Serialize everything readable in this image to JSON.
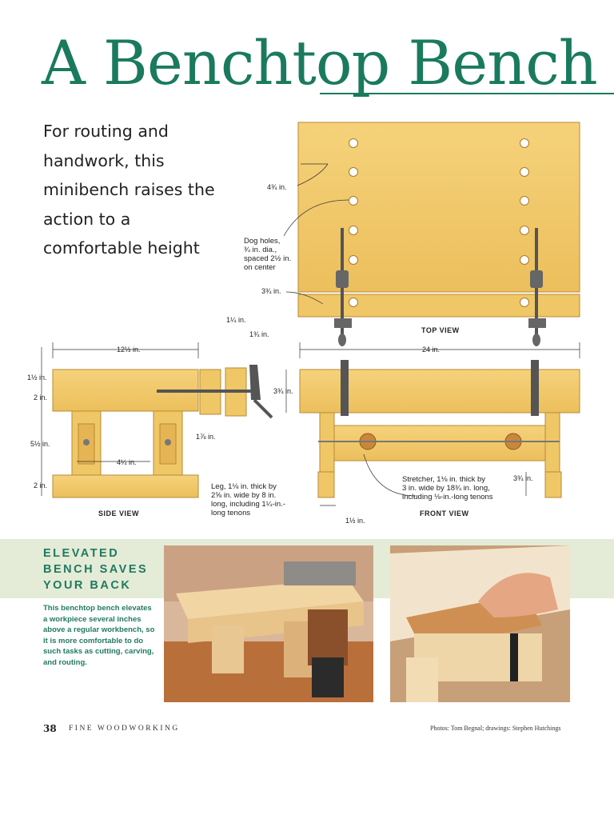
{
  "title": "A Benchtop Bench",
  "subtitle": "For routing and handwork, this minibench raises the action to a comfortable height",
  "top_view": {
    "label": "TOP VIEW",
    "dim_4_3_4": "4¾ in.",
    "dim_3_3_4": "3¾ in.",
    "dog_holes_note": [
      "Dog holes,",
      "¾ in. dia.,",
      "spaced 2½ in.",
      "on center"
    ]
  },
  "side_view": {
    "label": "SIDE VIEW",
    "dim_12_1_2": "12½ in.",
    "dim_1_1_4": "1¼ in.",
    "dim_1_3_4": "1¾ in.",
    "dim_1_1_2": "1½ in.",
    "dim_2_top": "2 in.",
    "dim_5_1_2": "5½ in.",
    "dim_2_bottom": "2 in.",
    "dim_4_1_4": "4¼ in.",
    "dim_1_7_8": "1⅞ in.",
    "dim_3_3_4_right": "3¾ in.",
    "leg_note": [
      "Leg, 1⅛ in. thick by",
      "2⅝ in. wide by 8 in.",
      "long, including 1¼-in.-",
      "long tenons"
    ]
  },
  "front_view": {
    "label": "FRONT VIEW",
    "dim_24": "24 in.",
    "dim_3_3_4": "3¾ in.",
    "dim_1_1_2": "1½ in.",
    "stretcher_note": [
      "Stretcher, 1⅛ in. thick by",
      "3 in. wide by 18¾ in. long,",
      "including ⅛-in.-long tenons"
    ]
  },
  "sidebar": {
    "heading": [
      "ELEVATED",
      "BENCH SAVES",
      "YOUR BACK"
    ],
    "body": "This benchtop bench elevates a workpiece several inches above a regular workbench, so it is more comfortable to do such tasks as cutting, carving, and routing."
  },
  "footer": {
    "page_number": "38",
    "magazine": "FINE WOODWORKING",
    "credits": "Photos: Tom Begnal; drawings: Stephen Hutchings"
  },
  "colors": {
    "title_green": "#1a7a5e",
    "sidebar_green": "#1f7a62",
    "sidebar_band": "#e4ebd6",
    "wood": "#f2cc6e",
    "wood_dark": "#d9a84a"
  }
}
